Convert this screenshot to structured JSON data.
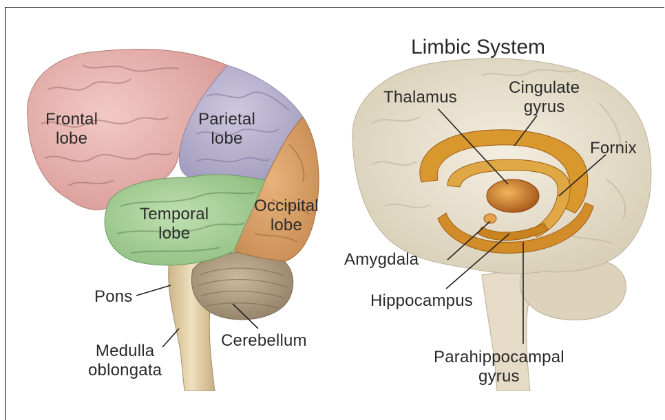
{
  "left_diagram": {
    "labels": {
      "frontal": "Frontal\nlobe",
      "parietal": "Parietal\nlobe",
      "temporal": "Temporal\nlobe",
      "occipital": "Occipital\nlobe",
      "pons": "Pons",
      "medulla": "Medulla\noblongata",
      "cerebellum": "Cerebellum"
    },
    "colors": {
      "frontal": "#e8b7b4",
      "parietal": "#b9b3cf",
      "temporal": "#a9cf9c",
      "occipital": "#d9a06a",
      "cerebellum": "#b6a489",
      "stem": "#e6d2a8"
    }
  },
  "right_diagram": {
    "title": "Limbic System",
    "labels": {
      "thalamus": "Thalamus",
      "cingulate": "Cingulate\ngyrus",
      "fornix": "Fornix",
      "amygdala": "Amygdala",
      "hippocampus": "Hippocampus",
      "parahippocampal": "Parahippocampal\ngyrus"
    },
    "colors": {
      "brain": "#ebe3d0",
      "limbic": "#d99a2e",
      "thalamus": "#c96a1e"
    }
  }
}
